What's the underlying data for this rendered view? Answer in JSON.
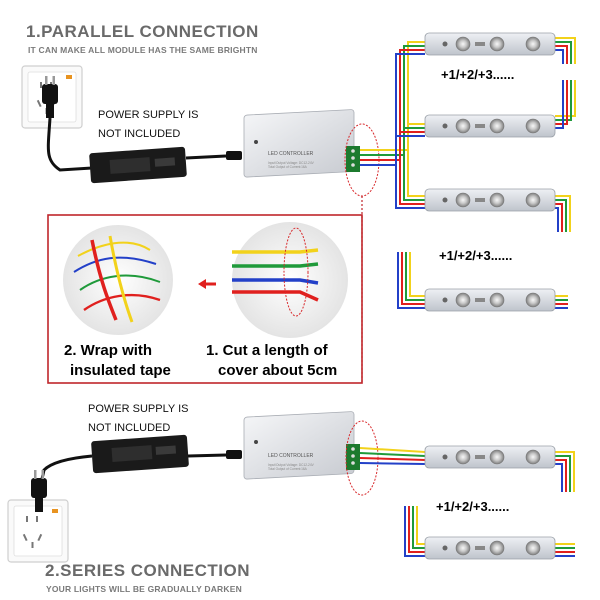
{
  "parallel": {
    "title": "1.PARALLEL CONNECTION",
    "subtitle": "IT CAN MAKE ALL MODULE HAS THE SAME BRIGHTN",
    "power_note_line1": "POWER  SUPPLY IS",
    "power_note_line2": "NOT INCLUDED",
    "plus_label_1": "+1/+2/+3......",
    "plus_label_2": "+1/+2/+3......"
  },
  "instructions": {
    "step2_line1": "2. Wrap with",
    "step2_line2": "insulated tape",
    "step1_line1": "1. Cut a length of",
    "step1_line2": "cover about 5cm"
  },
  "controller": {
    "label": "LED CONTROLLER",
    "spec_line1": "Input/Output Voltage: DC12-24V",
    "spec_line2": "Total Output of Current:16A"
  },
  "series": {
    "power_note_line1": "POWER SUPPLY IS",
    "power_note_line2": "NOT INCLUDED",
    "plus_label": "+1/+2/+3......",
    "title": "2.SERIES CONNECTION",
    "subtitle": "YOUR LIGHTS WILL BE GRADUALLY DARKEN"
  },
  "colors": {
    "wire_red": "#e0201e",
    "wire_green": "#1f9a3a",
    "wire_blue": "#2340c8",
    "wire_yellow": "#f2d21b",
    "frame_red": "#c0262b"
  }
}
